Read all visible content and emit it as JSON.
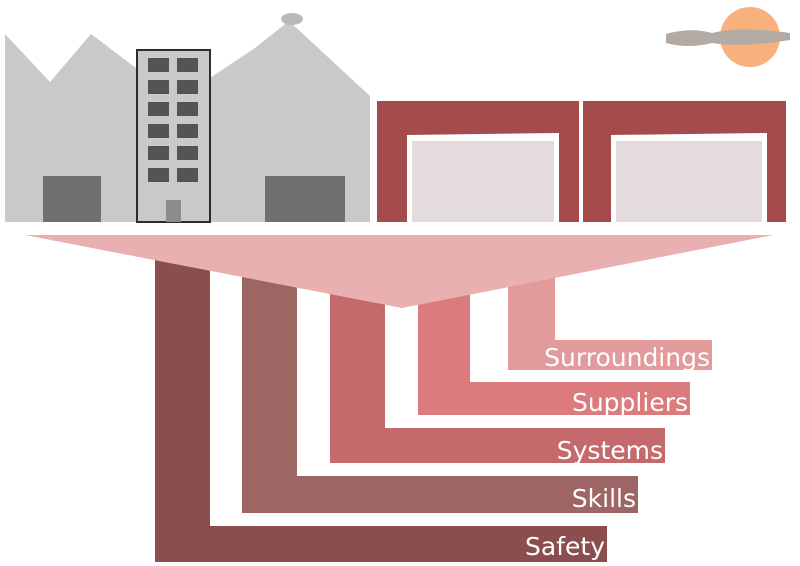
{
  "labels": {
    "surroundings": "Surroundings",
    "suppliers": "Suppliers",
    "systems": "Systems",
    "skills": "Skills",
    "safety": "Safety"
  },
  "colors": {
    "factory": "#c9c9c9",
    "factory_dark": "#6f6f6f",
    "window": "#545454",
    "warehouse": "#a54b4b",
    "warehouse_door": "#e3dbdc",
    "funnel": "#e8b0b0",
    "sun": "#f8b07c",
    "cloud": "#b3aaa4",
    "safety": "#8a4e4e",
    "skills": "#9e6565",
    "systems": "#c46a6c",
    "suppliers": "#dc7b7d",
    "surroundings": "#e39a9b"
  }
}
